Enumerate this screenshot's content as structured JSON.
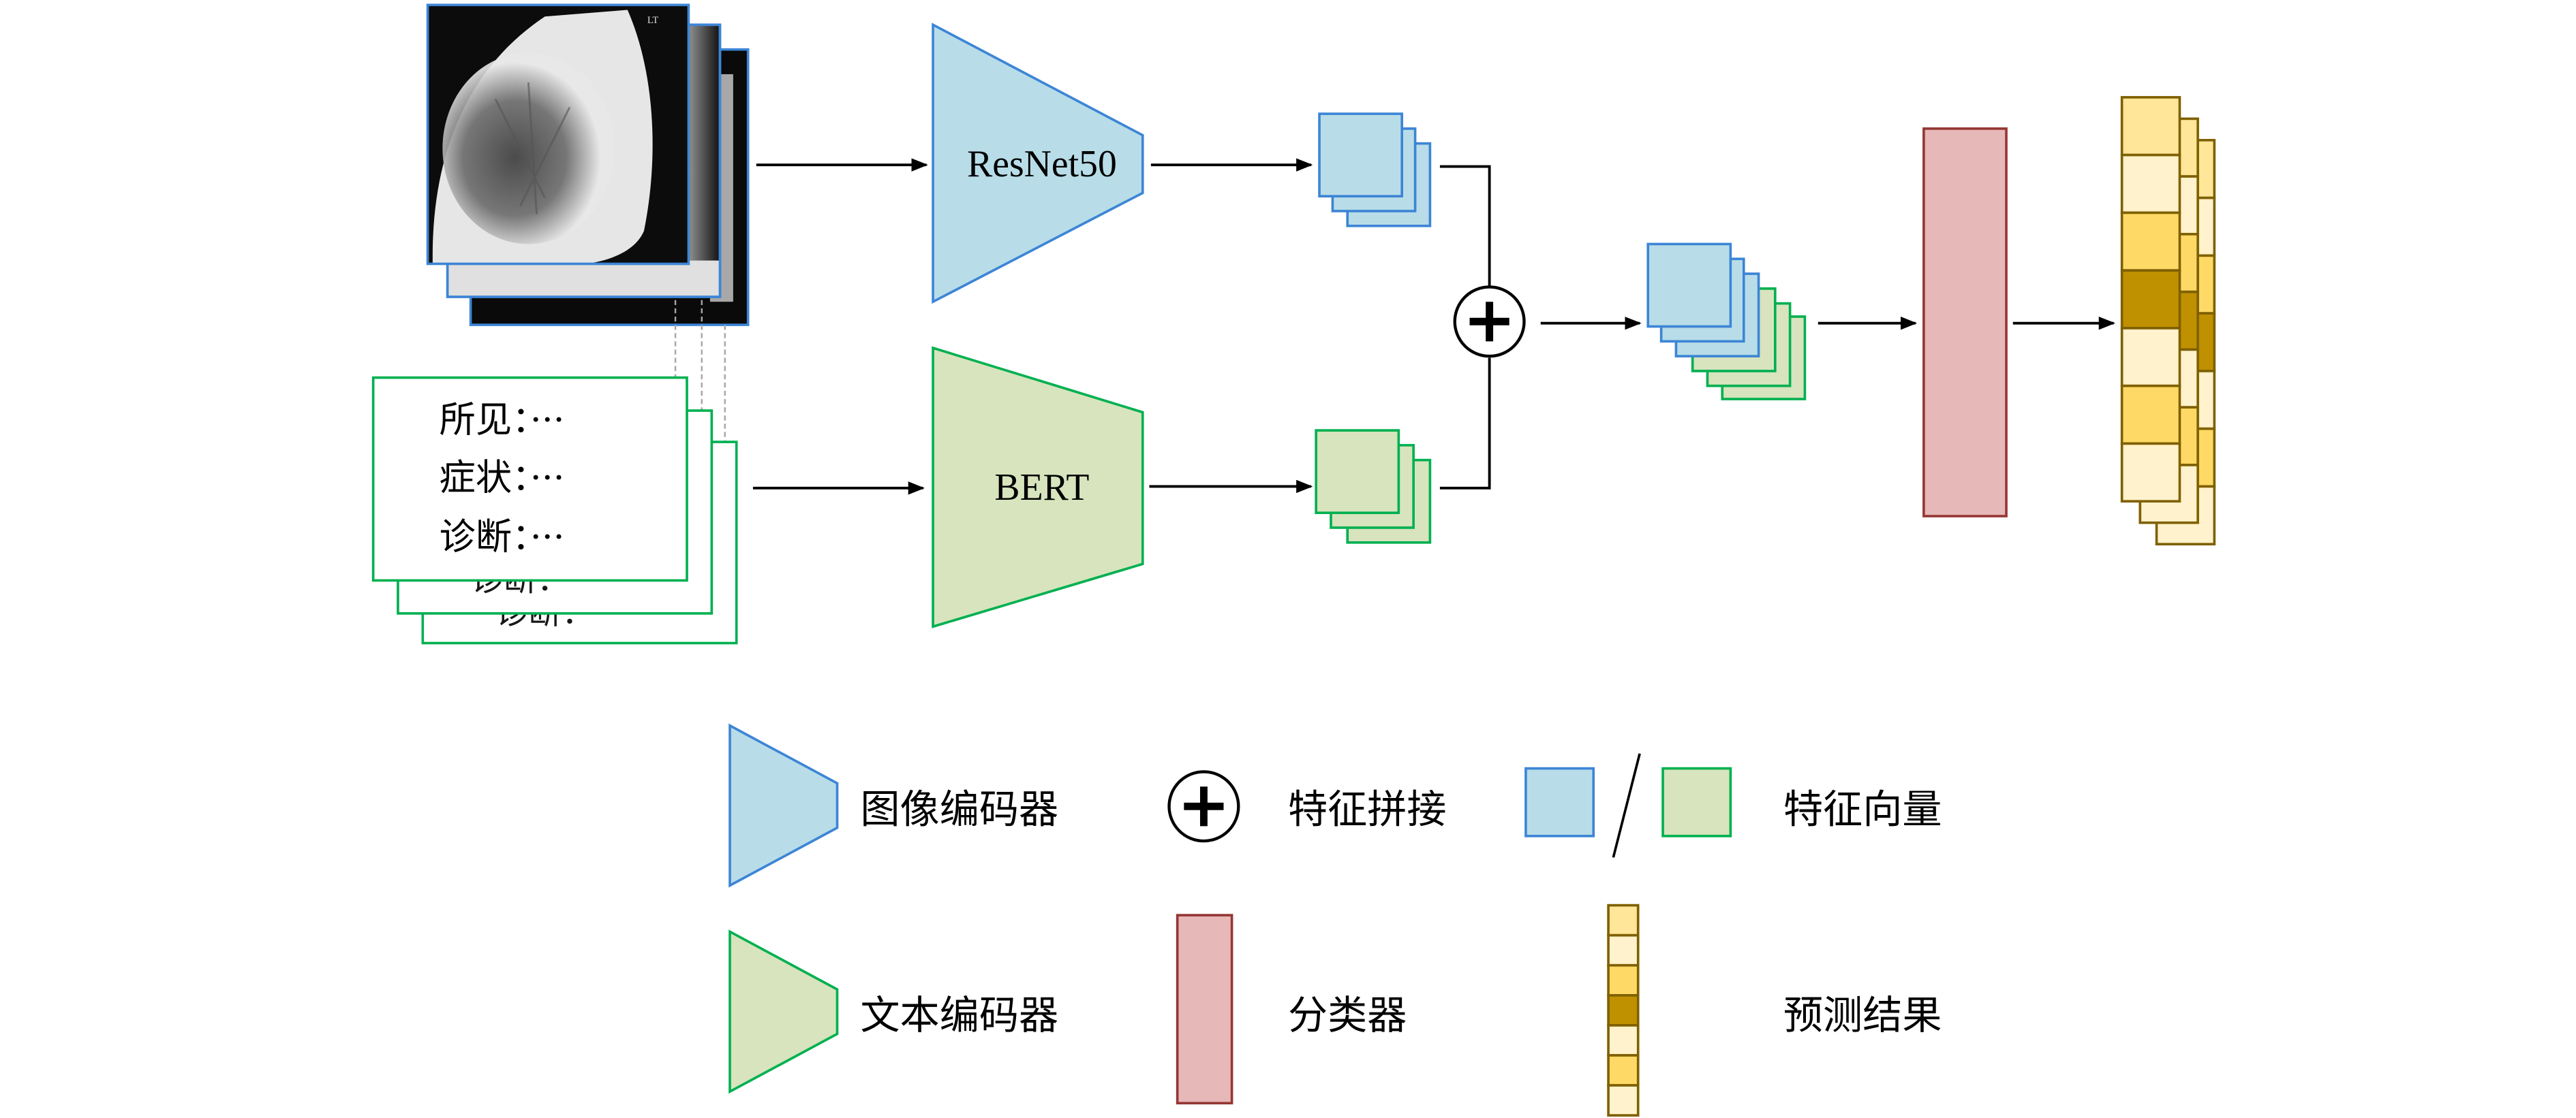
{
  "diagram": {
    "title": "Multimodal image–text classification pipeline",
    "colors": {
      "image_blue_fill": "#B8DDE8",
      "image_blue_stroke": "#3D85D6",
      "text_green_fill": "#D7E4BD",
      "text_green_stroke": "#00B050",
      "classifier_fill": "#E6B8B7",
      "classifier_stroke": "#953735",
      "pred_stroke": "#7F6000",
      "pred_light": "#FFE699",
      "pred_pale": "#FFF2CC",
      "pred_gold": "#FFD966",
      "pred_dark": "#BF9000",
      "arrow": "#000000",
      "dashed_link": "#A6A6A6"
    },
    "image_input": {
      "label": "chest-xray-stack",
      "marker_text": "LT",
      "layers": 3
    },
    "text_input": {
      "layers": 3,
      "lines": [
        {
          "field": "所见",
          "sep": "：",
          "value": "···"
        },
        {
          "field": "症状",
          "sep": "：",
          "value": "···"
        },
        {
          "field": "诊断",
          "sep": "：",
          "value": "···"
        }
      ]
    },
    "image_encoder": {
      "label": "ResNet50"
    },
    "text_encoder": {
      "label": "BERT"
    },
    "fusion": {
      "symbol": "+"
    },
    "prediction": {
      "cells": [
        "light",
        "pale",
        "gold",
        "dark",
        "pale",
        "gold",
        "pale"
      ]
    }
  },
  "legend": {
    "image_encoder": "图像编码器",
    "text_encoder": "文本编码器",
    "concat": "特征拼接",
    "classifier": "分类器",
    "feature_vector": "特征向量",
    "prediction": "预测结果",
    "separator": "/"
  }
}
